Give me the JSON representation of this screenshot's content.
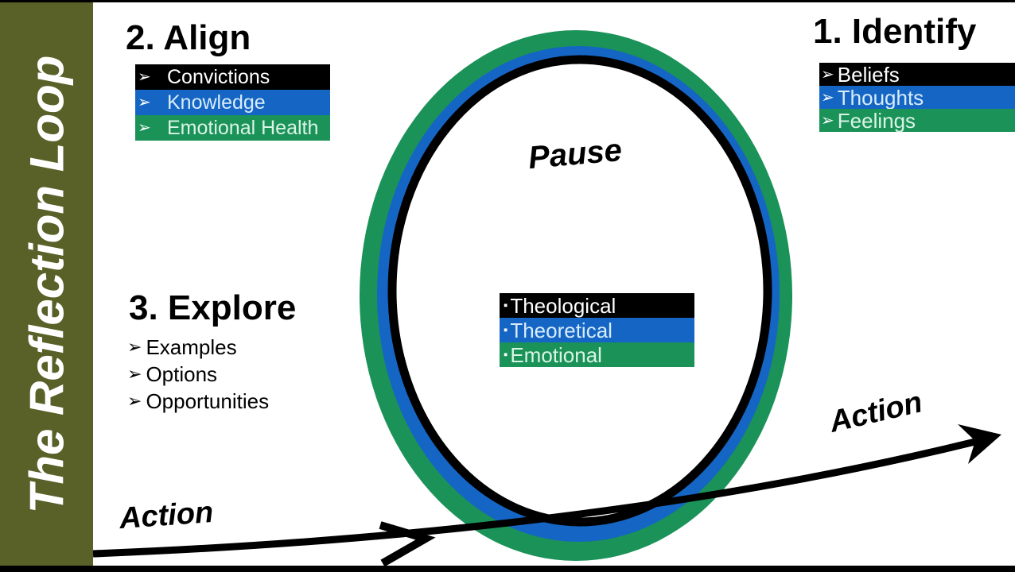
{
  "slide": {
    "sidebar_title": "The Reflection Loop",
    "pause_label": "Pause",
    "action_label_left": "Action",
    "action_label_right": "Action"
  },
  "palette": {
    "sidebar_bg": "#5a6128",
    "bar_black": "#000000",
    "bar_blue": "#1566c4",
    "bar_green": "#1a9258",
    "ring_outer_green": "#1a9258",
    "ring_middle_blue": "#1566c4",
    "ring_inner_black": "#000000",
    "background": "#ffffff",
    "letterbox": "#000000"
  },
  "sections": {
    "identify": {
      "title": "1. Identify",
      "bullet": "➢",
      "items": [
        {
          "label": "Beliefs",
          "color": "#000000"
        },
        {
          "label": "Thoughts",
          "color": "#1566c4"
        },
        {
          "label": "Feelings",
          "color": "#1a9258"
        }
      ]
    },
    "align": {
      "title": "2. Align",
      "bullet": "➢",
      "items": [
        {
          "label": "Convictions",
          "color": "#000000"
        },
        {
          "label": "Knowledge",
          "color": "#1566c4"
        },
        {
          "label": "Emotional Health",
          "color": "#1a9258"
        }
      ]
    },
    "explore": {
      "title": "3. Explore",
      "bullet": "➢",
      "items": [
        {
          "label": "Examples"
        },
        {
          "label": "Options"
        },
        {
          "label": "Opportunities"
        }
      ]
    },
    "center_list": {
      "bullet": "▪",
      "items": [
        {
          "label": "Theological",
          "color": "#000000"
        },
        {
          "label": "Theoretical",
          "color": "#1566c4"
        },
        {
          "label": "Emotional",
          "color": "#1a9258"
        }
      ]
    }
  }
}
